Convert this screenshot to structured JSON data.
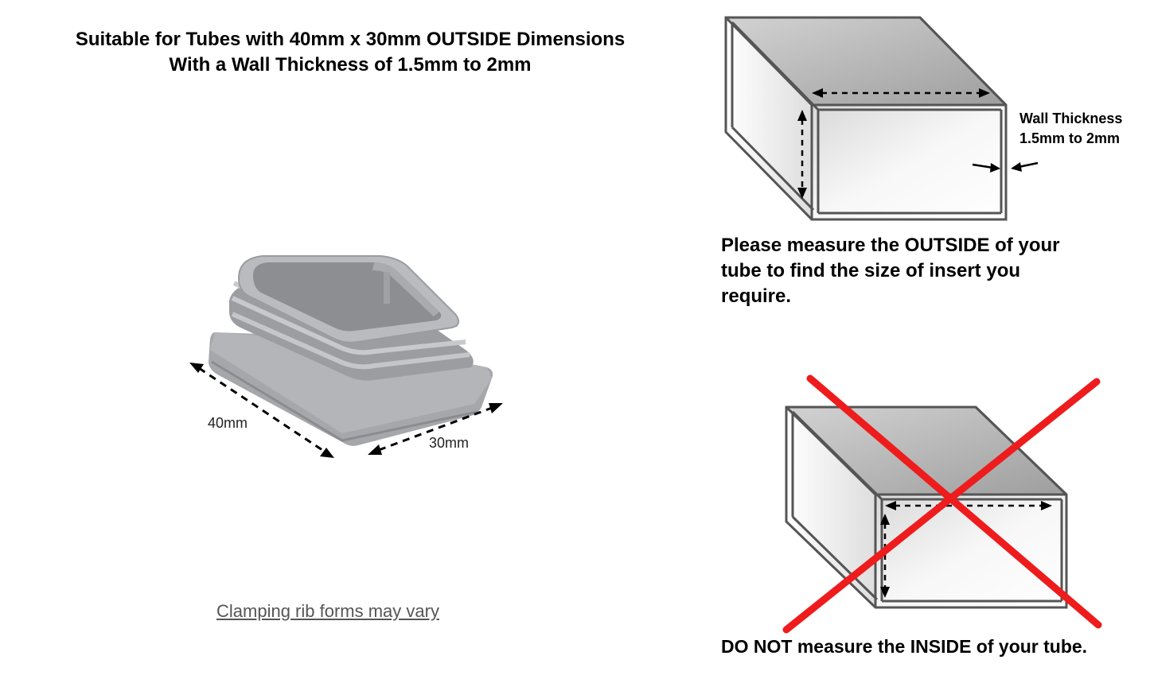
{
  "header": {
    "line1": "Suitable for Tubes with 40mm x 30mm OUTSIDE Dimensions",
    "line2": "With a Wall Thickness of 1.5mm to 2mm"
  },
  "product": {
    "dim_length": "40mm",
    "dim_width": "30mm",
    "note": "Clamping rib forms may vary"
  },
  "correct_diagram": {
    "wall_label_line1": "Wall Thickness",
    "wall_label_line2": "1.5mm to 2mm",
    "instruction_line1": "Please measure the OUTSIDE of your",
    "instruction_line2": "tube to find the size of insert you",
    "instruction_line3": "require."
  },
  "wrong_diagram": {
    "warning": "DO NOT measure the INSIDE of your tube."
  },
  "colors": {
    "cross": "#ee1c1c",
    "tube_top": "#b8b8b8",
    "tube_face": "#ececec",
    "plug": "#a6a8ab"
  }
}
